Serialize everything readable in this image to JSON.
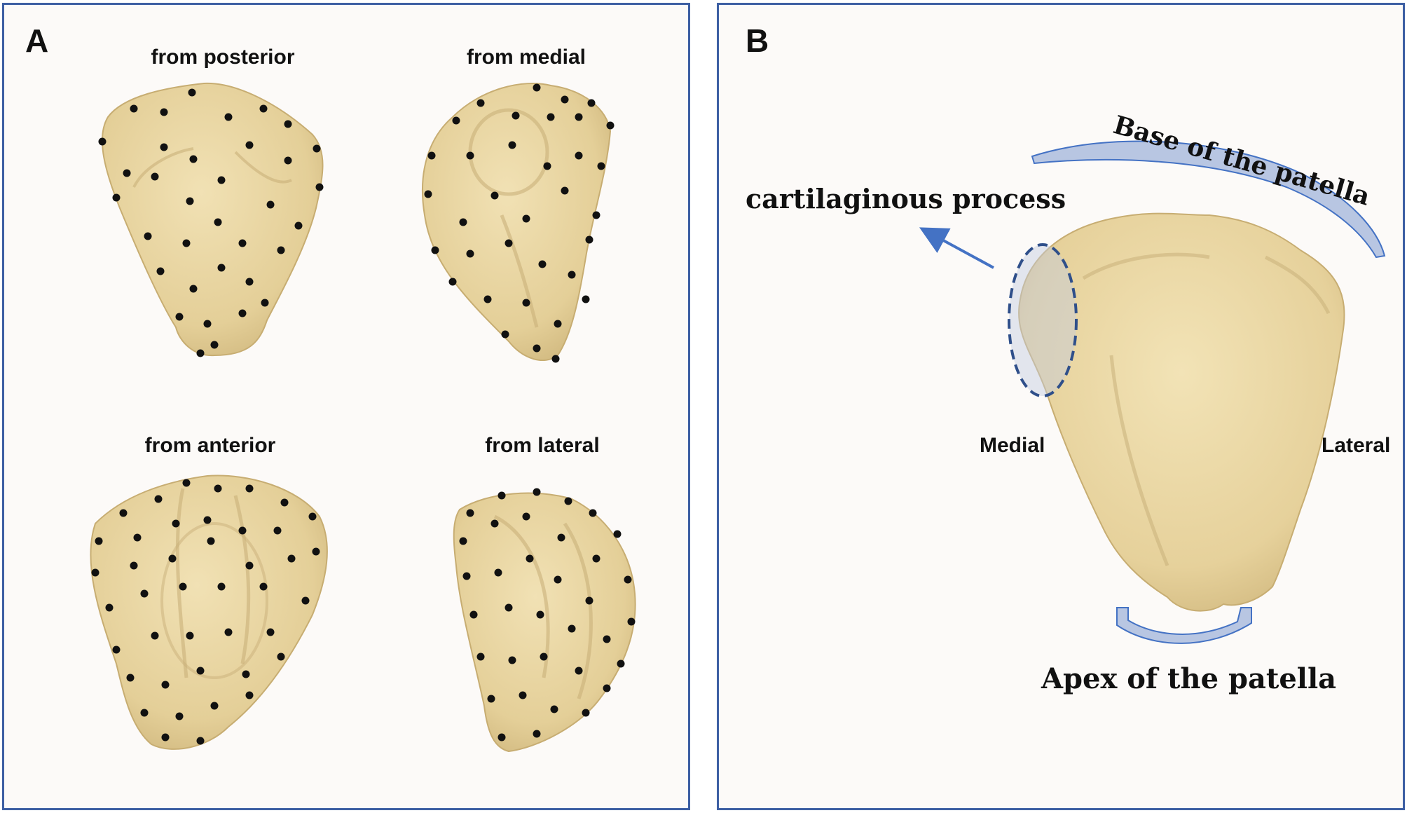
{
  "panel_a": {
    "letter": "A",
    "views": {
      "posterior": "from posterior",
      "medial": "from medial",
      "anterior": "from anterior",
      "lateral": "from lateral"
    }
  },
  "panel_b": {
    "letter": "B",
    "base_label": "Base of the patella",
    "process_label": "cartilaginous process",
    "medial_label": "Medial",
    "lateral_label": "Lateral",
    "apex_label": "Apex of the patella"
  },
  "colors": {
    "frame": "#3d5fa3",
    "bone": "#e8d4a0",
    "bone_shadow": "#c9b27a",
    "landmark": "#111111",
    "bracket": "#b8c6e2",
    "arrow": "#4472c4"
  }
}
